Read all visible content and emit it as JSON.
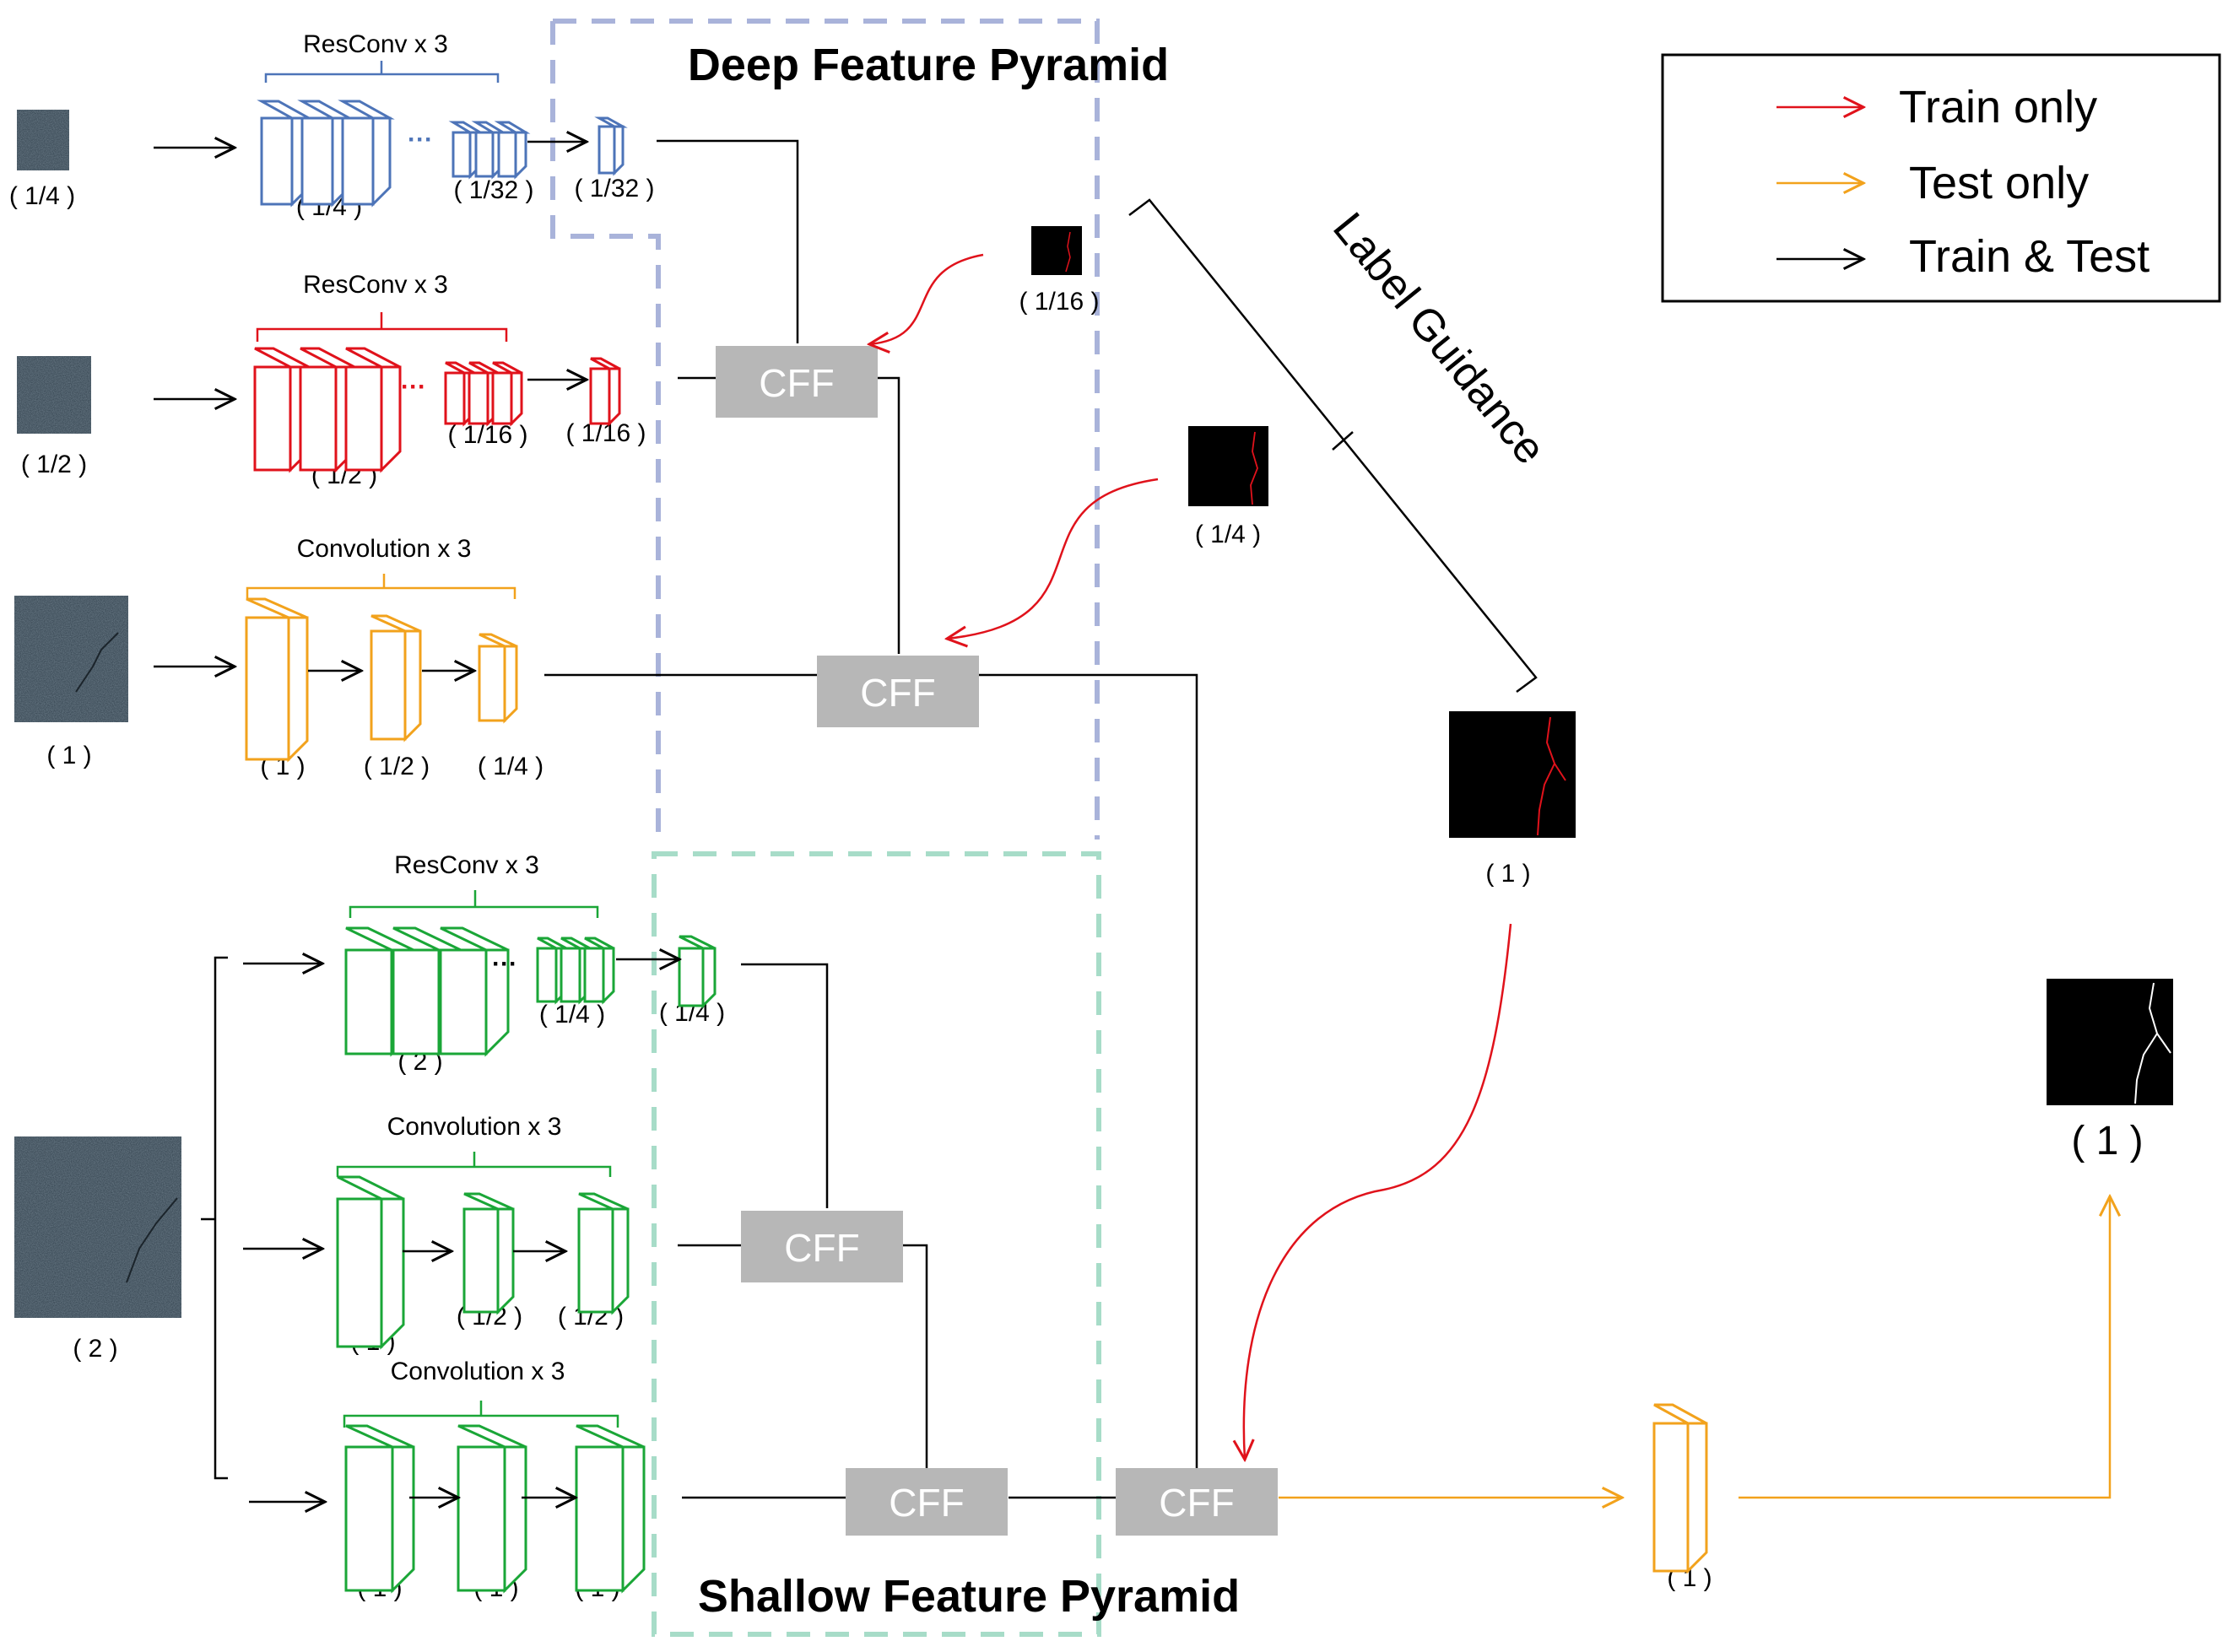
{
  "colors": {
    "blue": "#4d74b8",
    "red": "#e0121b",
    "orange": "#f2a21c",
    "green": "#1aa637",
    "cff_fill": "#b7b7b7",
    "deep_frame": "#a9b3da",
    "shallow_frame": "#a7dcc8",
    "train_only": "#e0121b",
    "test_only": "#f2a21c",
    "train_test": "#000000",
    "input_texture": "#2f3e4a",
    "mask_bg": "#000000"
  },
  "titles": {
    "deep": "Deep Feature Pyramid",
    "shallow": "Shallow Feature Pyramid",
    "label_guidance": "Label Guidance"
  },
  "legend": {
    "train_only": "Train only",
    "test_only": "Test only",
    "train_test": "Train & Test"
  },
  "modules": {
    "cff": "CFF",
    "dots": "···"
  },
  "groups": {
    "resconv": "ResConv x 3",
    "convolution": "Convolution x 3"
  },
  "scales": {
    "s1_4": "( 1/4 )",
    "s1_2": "( 1/2 )",
    "s1": "( 1 )",
    "s2": "( 2 )",
    "s1_32": "( 1/32 )",
    "s1_16": "( 1/16 )"
  }
}
